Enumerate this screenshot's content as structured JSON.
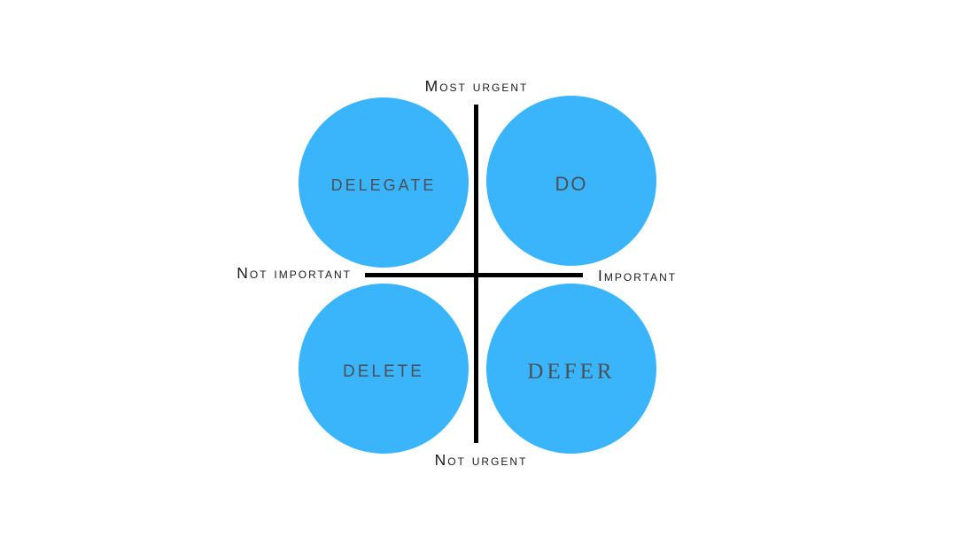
{
  "diagram": {
    "type": "eisenhower-matrix",
    "colors": {
      "background": "#FFFFFF",
      "circle_fill": "#3AB5FC",
      "circle_label": "#4B5054",
      "axis_line": "#000000",
      "axis_label": "#1A1A1A"
    },
    "axis_labels": {
      "top": "Most Urgent",
      "bottom": "Not Urgent",
      "left": "Not Important",
      "right": "Important"
    },
    "quadrants": [
      {
        "position": "top-left",
        "label": "Delegate"
      },
      {
        "position": "top-right",
        "label": "Do"
      },
      {
        "position": "bottom-left",
        "label": "Delete"
      },
      {
        "position": "bottom-right",
        "label": "Defer"
      }
    ]
  }
}
